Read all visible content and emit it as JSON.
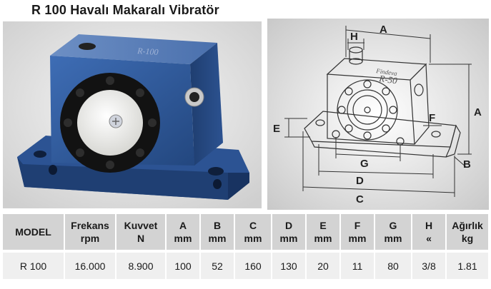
{
  "title": "R 100 Havalı Makaralı Vibratör",
  "photo": {
    "engraving": "R-100"
  },
  "drawing": {
    "brand": "Findeva",
    "model_marking": "R-50",
    "dim_labels": {
      "A": "A",
      "A2": "A",
      "B": "B",
      "C": "C",
      "D": "D",
      "E": "E",
      "F": "F",
      "G": "G",
      "H": "H"
    }
  },
  "table": {
    "headers": [
      {
        "l1": "MODEL",
        "l2": ""
      },
      {
        "l1": "Frekans",
        "l2": "rpm"
      },
      {
        "l1": "Kuvvet",
        "l2": "N"
      },
      {
        "l1": "A",
        "l2": "mm"
      },
      {
        "l1": "B",
        "l2": "mm"
      },
      {
        "l1": "C",
        "l2": "mm"
      },
      {
        "l1": "D",
        "l2": "mm"
      },
      {
        "l1": "E",
        "l2": "mm"
      },
      {
        "l1": "F",
        "l2": "mm"
      },
      {
        "l1": "G",
        "l2": "mm"
      },
      {
        "l1": "H",
        "l2": "«"
      },
      {
        "l1": "Ağırlık",
        "l2": "kg"
      }
    ],
    "rows": [
      [
        "R 100",
        "16.000",
        "8.900",
        "100",
        "52",
        "160",
        "130",
        "20",
        "11",
        "80",
        "3/8",
        "1.81"
      ]
    ]
  },
  "colors": {
    "body_blue": "#2f5a9c",
    "header_gray": "#d3d3d3",
    "row_gray": "#efefef"
  }
}
